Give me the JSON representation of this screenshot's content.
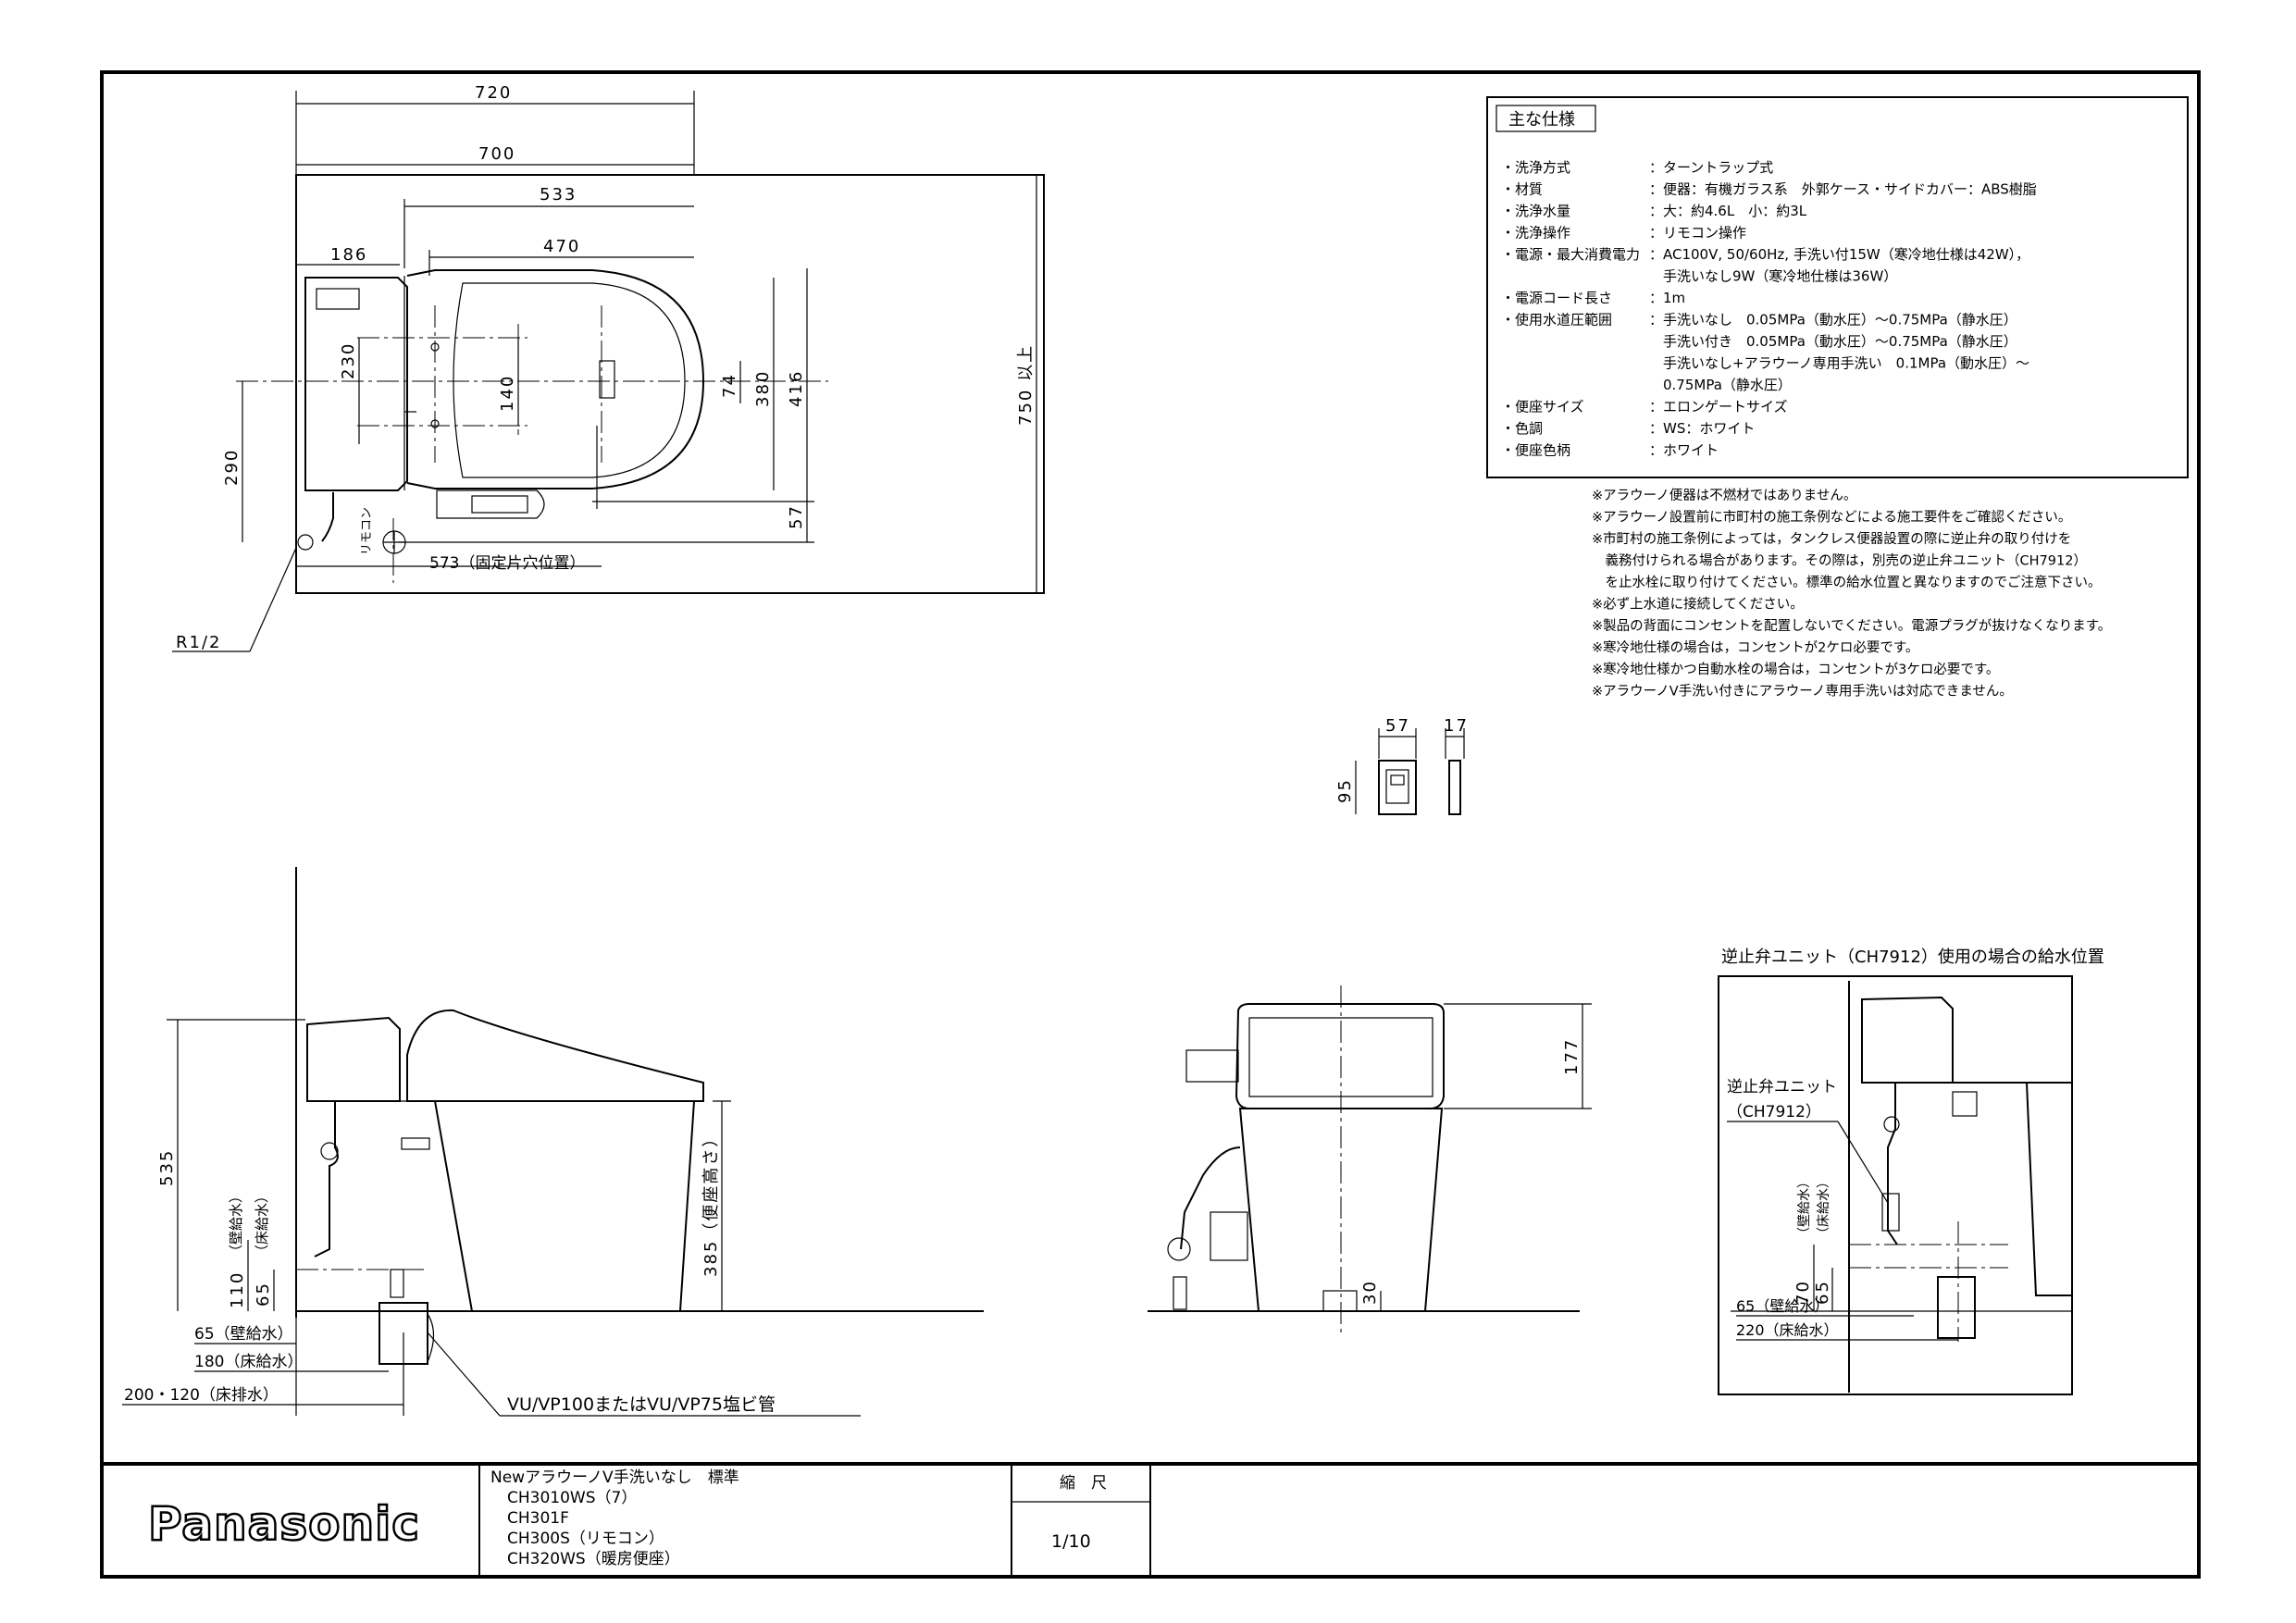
{
  "specs": {
    "heading": "主な仕様",
    "items": [
      {
        "label": "・洗浄方式",
        "value": "：ターントラップ式"
      },
      {
        "label": "・材質",
        "value": "：便器：有機ガラス系　外郭ケース・サイドカバー：ABS樹脂"
      },
      {
        "label": "・洗浄水量",
        "value": "：大：約4.6L　小：約3L"
      },
      {
        "label": "・洗浄操作",
        "value": "：リモコン操作"
      },
      {
        "label": "・電源・最大消費電力",
        "value": "：AC100V, 50/60Hz, 手洗い付15W（寒冷地仕様は42W），"
      },
      {
        "label": "",
        "value": "　手洗いなし9W（寒冷地仕様は36W）"
      },
      {
        "label": "・電源コード長さ",
        "value": "：1m"
      },
      {
        "label": "・使用水道圧範囲",
        "value": "：手洗いなし　0.05MPa（動水圧）〜0.75MPa（静水圧）"
      },
      {
        "label": "",
        "value": "　手洗い付き　0.05MPa（動水圧）〜0.75MPa（静水圧）"
      },
      {
        "label": "",
        "value": "　手洗いなし+アラウーノ専用手洗い　0.1MPa（動水圧）〜"
      },
      {
        "label": "",
        "value": "　0.75MPa（静水圧）"
      },
      {
        "label": "・便座サイズ",
        "value": "：エロンゲートサイズ"
      },
      {
        "label": "・色調",
        "value": "：WS：ホワイト"
      },
      {
        "label": "・便座色柄",
        "value": "：ホワイト"
      }
    ]
  },
  "notes": [
    "※アラウーノ便器は不燃材ではありません。",
    "※アラウーノ設置前に市町村の施工条例などによる施工要件をご確認ください。",
    "※市町村の施工条例によっては，タンクレス便器設置の際に逆止弁の取り付けを",
    "　義務付けられる場合があります。その際は，別売の逆止弁ユニット（CH7912）",
    "　を止水栓に取り付けてください。標準の給水位置と異なりますのでご注意下さい。",
    "※必ず上水道に接続してください。",
    "※製品の背面にコンセントを配置しないでください。電源プラグが抜けなくなります。",
    "※寒冷地仕様の場合は，コンセントが2ケロ必要です。",
    "※寒冷地仕様かつ自動水栓の場合は，コンセントが3ケロ必要です。",
    "※アラウーノV手洗い付きにアラウーノ専用手洗いは対応できません。"
  ],
  "plan_dims": {
    "d720": "720",
    "d700": "700",
    "d533": "533",
    "d470": "470",
    "d186": "186",
    "d230": "230",
    "d140": "140",
    "d290": "290",
    "d74": "74",
    "d380": "380",
    "d416": "416",
    "d57": "57",
    "d573": "573（固定片穴位置）",
    "d750": "750 以上",
    "r12": "R1/2",
    "remote_label": "リモコン"
  },
  "remote_dims": {
    "w": "57",
    "d": "17",
    "h": "95"
  },
  "side_dims": {
    "d535": "535",
    "d385": "385（便座高さ）",
    "d110": "110",
    "d65": "65",
    "wall_supply": "（壁給水）",
    "floor_supply": "（床給水）",
    "d65wall": "65（壁給水）",
    "d180floor": "180（床給水）",
    "d200drain": "200・120（床排水）",
    "pipe_note": "VU/VP100またはVU/VP75塩ビ管"
  },
  "front_dims": {
    "d177": "177",
    "d30": "30"
  },
  "valve_view": {
    "title": "逆止弁ユニット（CH7912）使用の場合の給水位置",
    "unit_label": "逆止弁ユニット",
    "unit_code": "（CH7912）",
    "d70": "70",
    "d65": "65",
    "wall_supply": "（壁給水）",
    "floor_supply": "（床給水）",
    "d65wall": "65（壁給水）",
    "d220floor": "220（床給水）"
  },
  "title_block": {
    "brand": "Panasonic",
    "lines": [
      "NewアラウーノV手洗いなし　標準",
      "CH3010WS（7）",
      "CH301F",
      "CH300S（リモコン）",
      "CH320WS（暖房便座）"
    ],
    "scale_label": "縮　尺",
    "scale_value": "1/10"
  }
}
